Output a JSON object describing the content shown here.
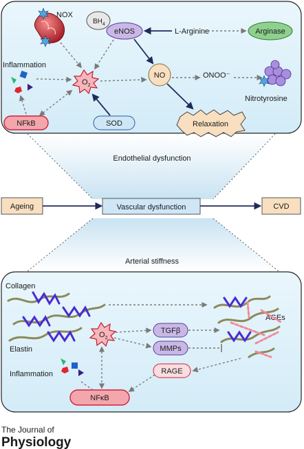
{
  "top": {
    "nox": "NOX",
    "bh4_main": "BH",
    "bh4_sub": "4",
    "enos": "eNOS",
    "l_arginine": "L-Arginine",
    "arginase": "Arginase",
    "inflammation": "Inflammation",
    "o2_main": "O",
    "o2_sub": "2",
    "no": "NO",
    "onoo": "ONOO⁻",
    "nitrotyrosine": "Nitrotyrosine",
    "nfkb": "NFkB",
    "sod": "SOD",
    "relaxation": "Relaxation"
  },
  "middle": {
    "endothelial": "Endothelial dysfunction",
    "ageing": "Ageing",
    "vascular": "Vascular dysfunction",
    "cvd": "CVD",
    "arterial": "Arterial stiffness"
  },
  "bottom": {
    "collagen": "Collagen",
    "elastin": "Elastin",
    "ages": "AGEs",
    "o2_main": "O",
    "o2_sub": "2",
    "tgfb": "TGFβ",
    "mmps": "MMPs",
    "rage": "RAGE",
    "inflammation": "Inflammation",
    "nfkb": "NFκB"
  },
  "footer": {
    "line1": "The Journal of",
    "line2": "Physiology"
  },
  "colors": {
    "panel_bg": "#dff1f9",
    "pink": "#f4a6ad",
    "pink_border": "#d0213a",
    "purple": "#c9b8e6",
    "green": "#8fd08f",
    "peach": "#f8dfbf",
    "blue_pill": "#cfe6f6",
    "navy": "#1f2a5a"
  }
}
